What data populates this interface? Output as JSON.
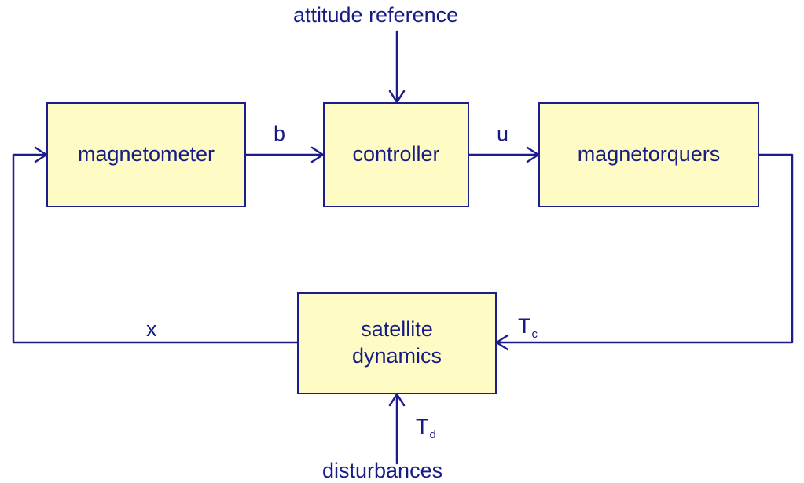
{
  "blocks": {
    "magnetometer": "magnetometer",
    "controller": "controller",
    "magnetorquers": "magnetorquers",
    "satellite_dynamics": "satellite\ndynamics"
  },
  "inputs": {
    "attitude_reference": "attitude reference",
    "disturbances": "disturbances"
  },
  "signals": {
    "b": "b",
    "u": "u",
    "x": "x",
    "tc_main": "T",
    "tc_sub": "c",
    "td_main": "T",
    "td_sub": "d"
  },
  "colors": {
    "line": "#1c1c8c",
    "text": "#161c84",
    "block_fill": "#fefbc5"
  }
}
